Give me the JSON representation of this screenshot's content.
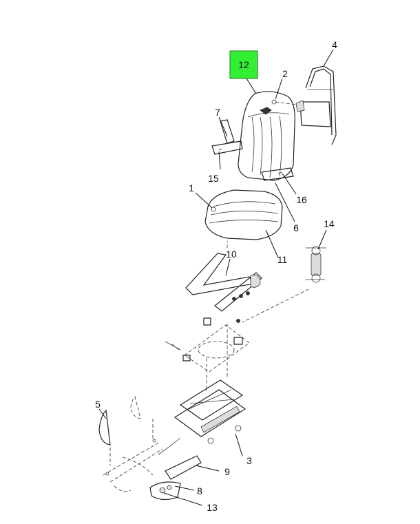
{
  "highlight": {
    "label": "12",
    "color": "#33ee33"
  },
  "callouts": {
    "c1": "1",
    "c2": "2",
    "c3": "3",
    "c4": "4",
    "c5": "5",
    "c6": "6",
    "c7": "7",
    "c8": "8",
    "c9": "9",
    "c10": "10",
    "c11": "11",
    "c13": "13",
    "c14": "14",
    "c15": "15",
    "c16": "16"
  }
}
